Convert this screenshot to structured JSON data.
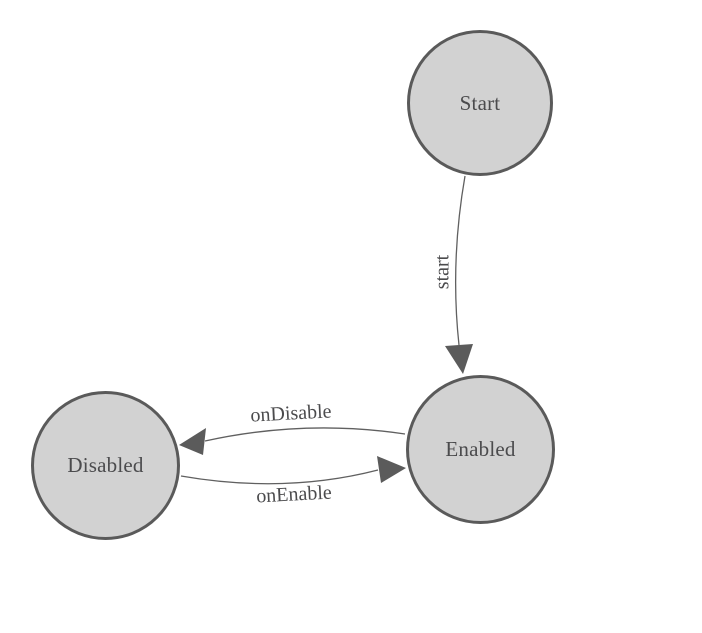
{
  "diagram": {
    "type": "state-machine",
    "background": "#ffffff",
    "nodes": [
      {
        "id": "start",
        "label": "Start"
      },
      {
        "id": "enabled",
        "label": "Enabled"
      },
      {
        "id": "disabled",
        "label": "Disabled"
      }
    ],
    "edges": [
      {
        "from": "start",
        "to": "enabled",
        "label": "start"
      },
      {
        "from": "enabled",
        "to": "disabled",
        "label": "onDisable"
      },
      {
        "from": "disabled",
        "to": "enabled",
        "label": "onEnable"
      }
    ],
    "colors": {
      "node_fill": "#d2d2d2",
      "node_border": "#5a5a5a",
      "edge_line": "#606060",
      "arrow_fill": "#5b5b5b",
      "text": "#4b4b4d"
    }
  }
}
